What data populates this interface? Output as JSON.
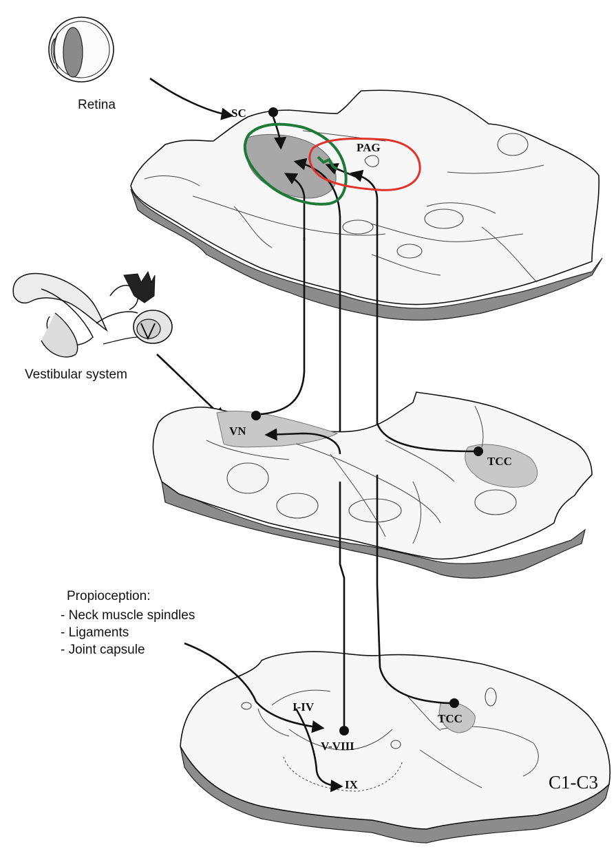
{
  "labels": {
    "retina": "Retina",
    "vestibular": "Vestibular system",
    "proprio_title": "Propioception:",
    "proprio_items": [
      "- Neck muscle spindles",
      "- Ligaments",
      "- Joint capsule"
    ],
    "sc": "SC",
    "pag": "PAG",
    "vn": "VN",
    "tcc_medulla": "TCC",
    "tcc_spinal": "TCC",
    "lamina_1_4": "I-IV",
    "lamina_5_8": "V-VIII",
    "lamina_9": "IX",
    "level": "C1-C3"
  },
  "annotations": {
    "green_outline_color": "#1f7a3a",
    "red_outline_color": "#e0312b"
  }
}
